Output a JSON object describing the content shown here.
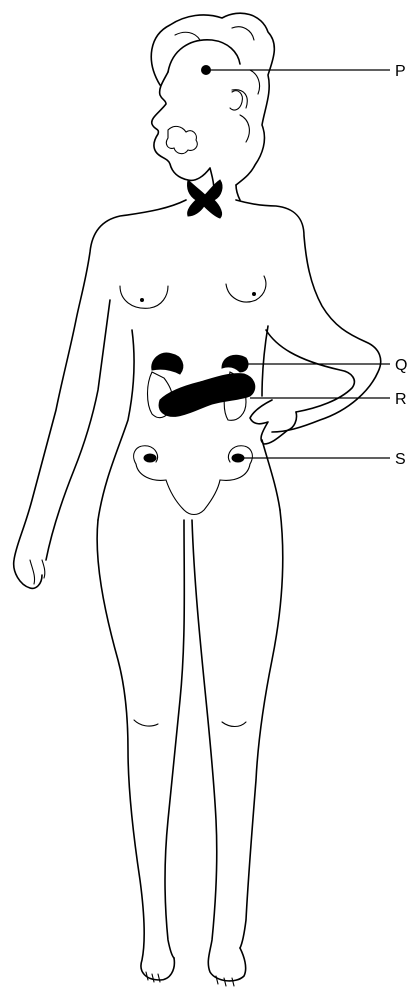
{
  "diagram": {
    "labels": {
      "p": "P",
      "q": "Q",
      "r": "R",
      "s": "S"
    },
    "colors": {
      "ink": "#000000",
      "background": "#ffffff"
    }
  }
}
